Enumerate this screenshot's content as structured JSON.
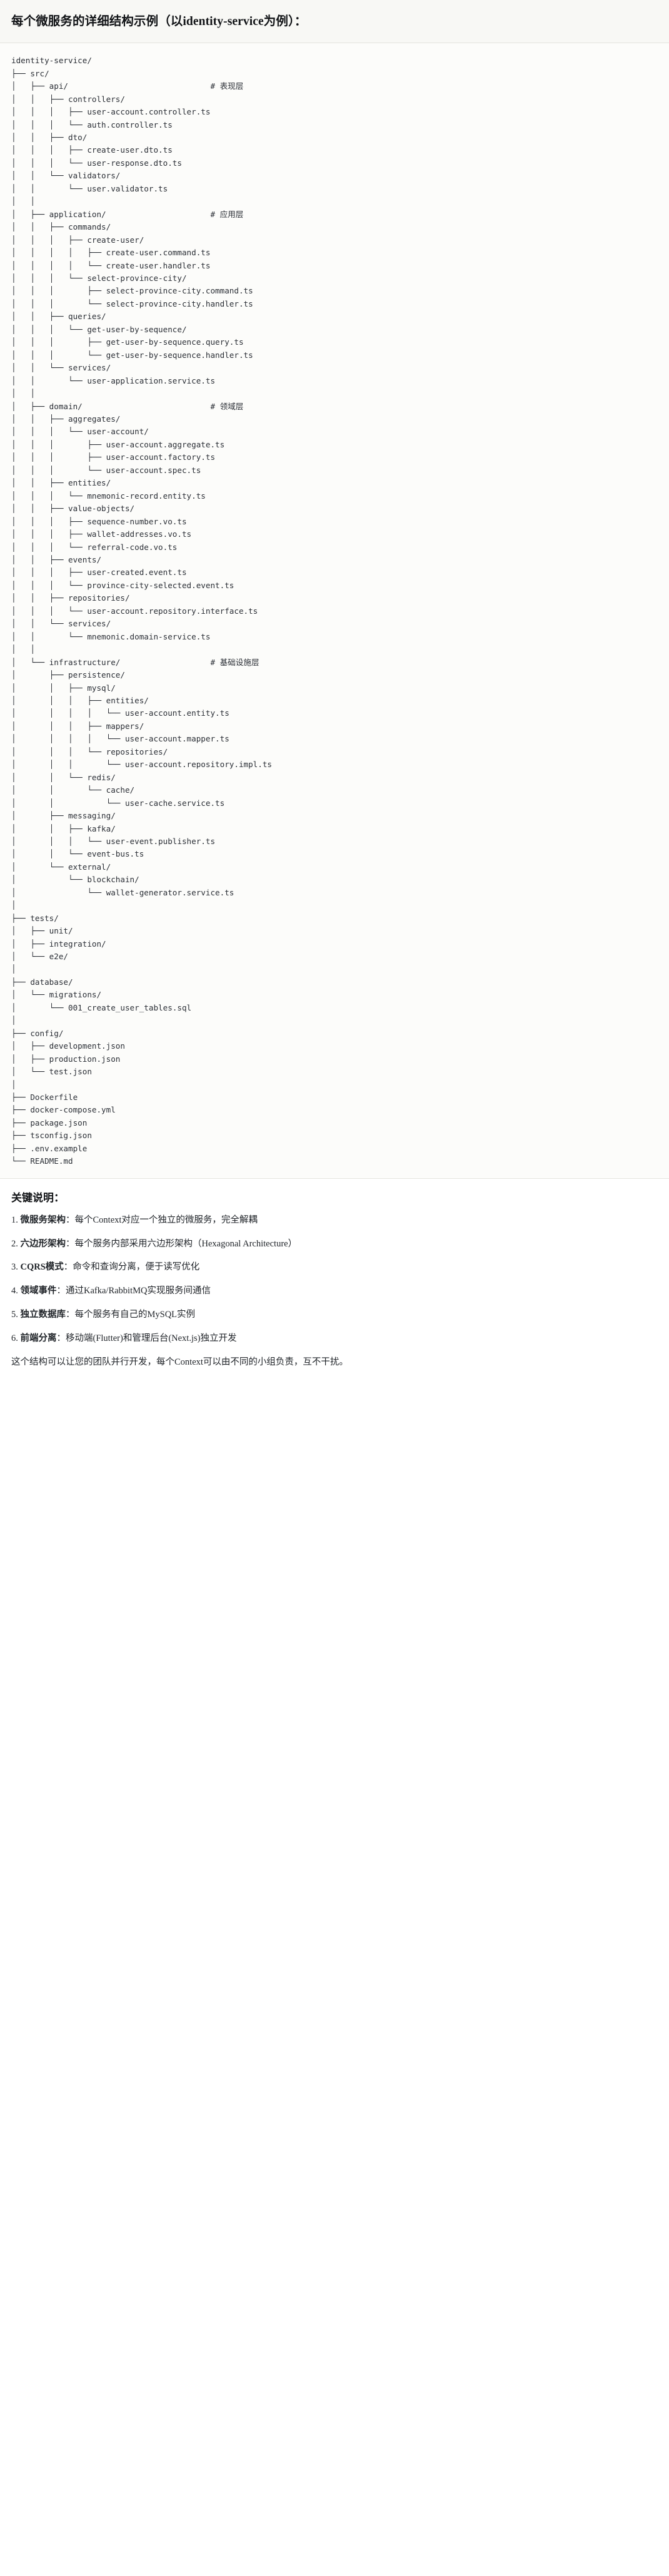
{
  "heading": {
    "title": "每个微服务的详细结构示例（以identity-service为例）："
  },
  "tree": {
    "root": "identity-service/",
    "comments": {
      "api": "# 表现层",
      "application": "# 应用层",
      "domain": "# 领域层",
      "infrastructure": "# 基础设施层"
    },
    "text": "identity-service/\n├── src/\n│   ├── api/                              # 表现层\n│   │   ├── controllers/\n│   │   │   ├── user-account.controller.ts\n│   │   │   └── auth.controller.ts\n│   │   ├── dto/\n│   │   │   ├── create-user.dto.ts\n│   │   │   └── user-response.dto.ts\n│   │   └── validators/\n│   │       └── user.validator.ts\n│   │\n│   ├── application/                      # 应用层\n│   │   ├── commands/\n│   │   │   ├── create-user/\n│   │   │   │   ├── create-user.command.ts\n│   │   │   │   └── create-user.handler.ts\n│   │   │   └── select-province-city/\n│   │   │       ├── select-province-city.command.ts\n│   │   │       └── select-province-city.handler.ts\n│   │   ├── queries/\n│   │   │   └── get-user-by-sequence/\n│   │   │       ├── get-user-by-sequence.query.ts\n│   │   │       └── get-user-by-sequence.handler.ts\n│   │   └── services/\n│   │       └── user-application.service.ts\n│   │\n│   ├── domain/                           # 领域层\n│   │   ├── aggregates/\n│   │   │   └── user-account/\n│   │   │       ├── user-account.aggregate.ts\n│   │   │       ├── user-account.factory.ts\n│   │   │       └── user-account.spec.ts\n│   │   ├── entities/\n│   │   │   └── mnemonic-record.entity.ts\n│   │   ├── value-objects/\n│   │   │   ├── sequence-number.vo.ts\n│   │   │   ├── wallet-addresses.vo.ts\n│   │   │   └── referral-code.vo.ts\n│   │   ├── events/\n│   │   │   ├── user-created.event.ts\n│   │   │   └── province-city-selected.event.ts\n│   │   ├── repositories/\n│   │   │   └── user-account.repository.interface.ts\n│   │   └── services/\n│   │       └── mnemonic.domain-service.ts\n│   │\n│   └── infrastructure/                   # 基础设施层\n│       ├── persistence/\n│       │   ├── mysql/\n│       │   │   ├── entities/\n│       │   │   │   └── user-account.entity.ts\n│       │   │   ├── mappers/\n│       │   │   │   └── user-account.mapper.ts\n│       │   │   └── repositories/\n│       │   │       └── user-account.repository.impl.ts\n│       │   └── redis/\n│       │       └── cache/\n│       │           └── user-cache.service.ts\n│       ├── messaging/\n│       │   ├── kafka/\n│       │   │   └── user-event.publisher.ts\n│       │   └── event-bus.ts\n│       └── external/\n│           └── blockchain/\n│               └── wallet-generator.service.ts\n│\n├── tests/\n│   ├── unit/\n│   ├── integration/\n│   └── e2e/\n│\n├── database/\n│   └── migrations/\n│       └── 001_create_user_tables.sql\n│\n├── config/\n│   ├── development.json\n│   ├── production.json\n│   └── test.json\n│\n├── Dockerfile\n├── docker-compose.yml\n├── package.json\n├── tsconfig.json\n├── .env.example\n└── README.md"
  },
  "keypoints": {
    "title": "关键说明：",
    "items": [
      {
        "term": "微服务架构",
        "sep": "：",
        "desc": "每个Context对应一个独立的微服务，完全解耦"
      },
      {
        "term": "六边形架构",
        "sep": "：",
        "desc": "每个服务内部采用六边形架构（Hexagonal Architecture）"
      },
      {
        "term": "CQRS模式",
        "sep": "：",
        "desc": "命令和查询分离，便于读写优化"
      },
      {
        "term": "领域事件",
        "sep": "：",
        "desc": "通过Kafka/RabbitMQ实现服务间通信"
      },
      {
        "term": "独立数据库",
        "sep": "：",
        "desc": "每个服务有自己的MySQL实例"
      },
      {
        "term": "前端分离",
        "sep": "：",
        "desc": "移动端(Flutter)和管理后台(Next.js)独立开发"
      }
    ],
    "outro": "这个结构可以让您的团队并行开发，每个Context可以由不同的小组负责，互不干扰。"
  }
}
